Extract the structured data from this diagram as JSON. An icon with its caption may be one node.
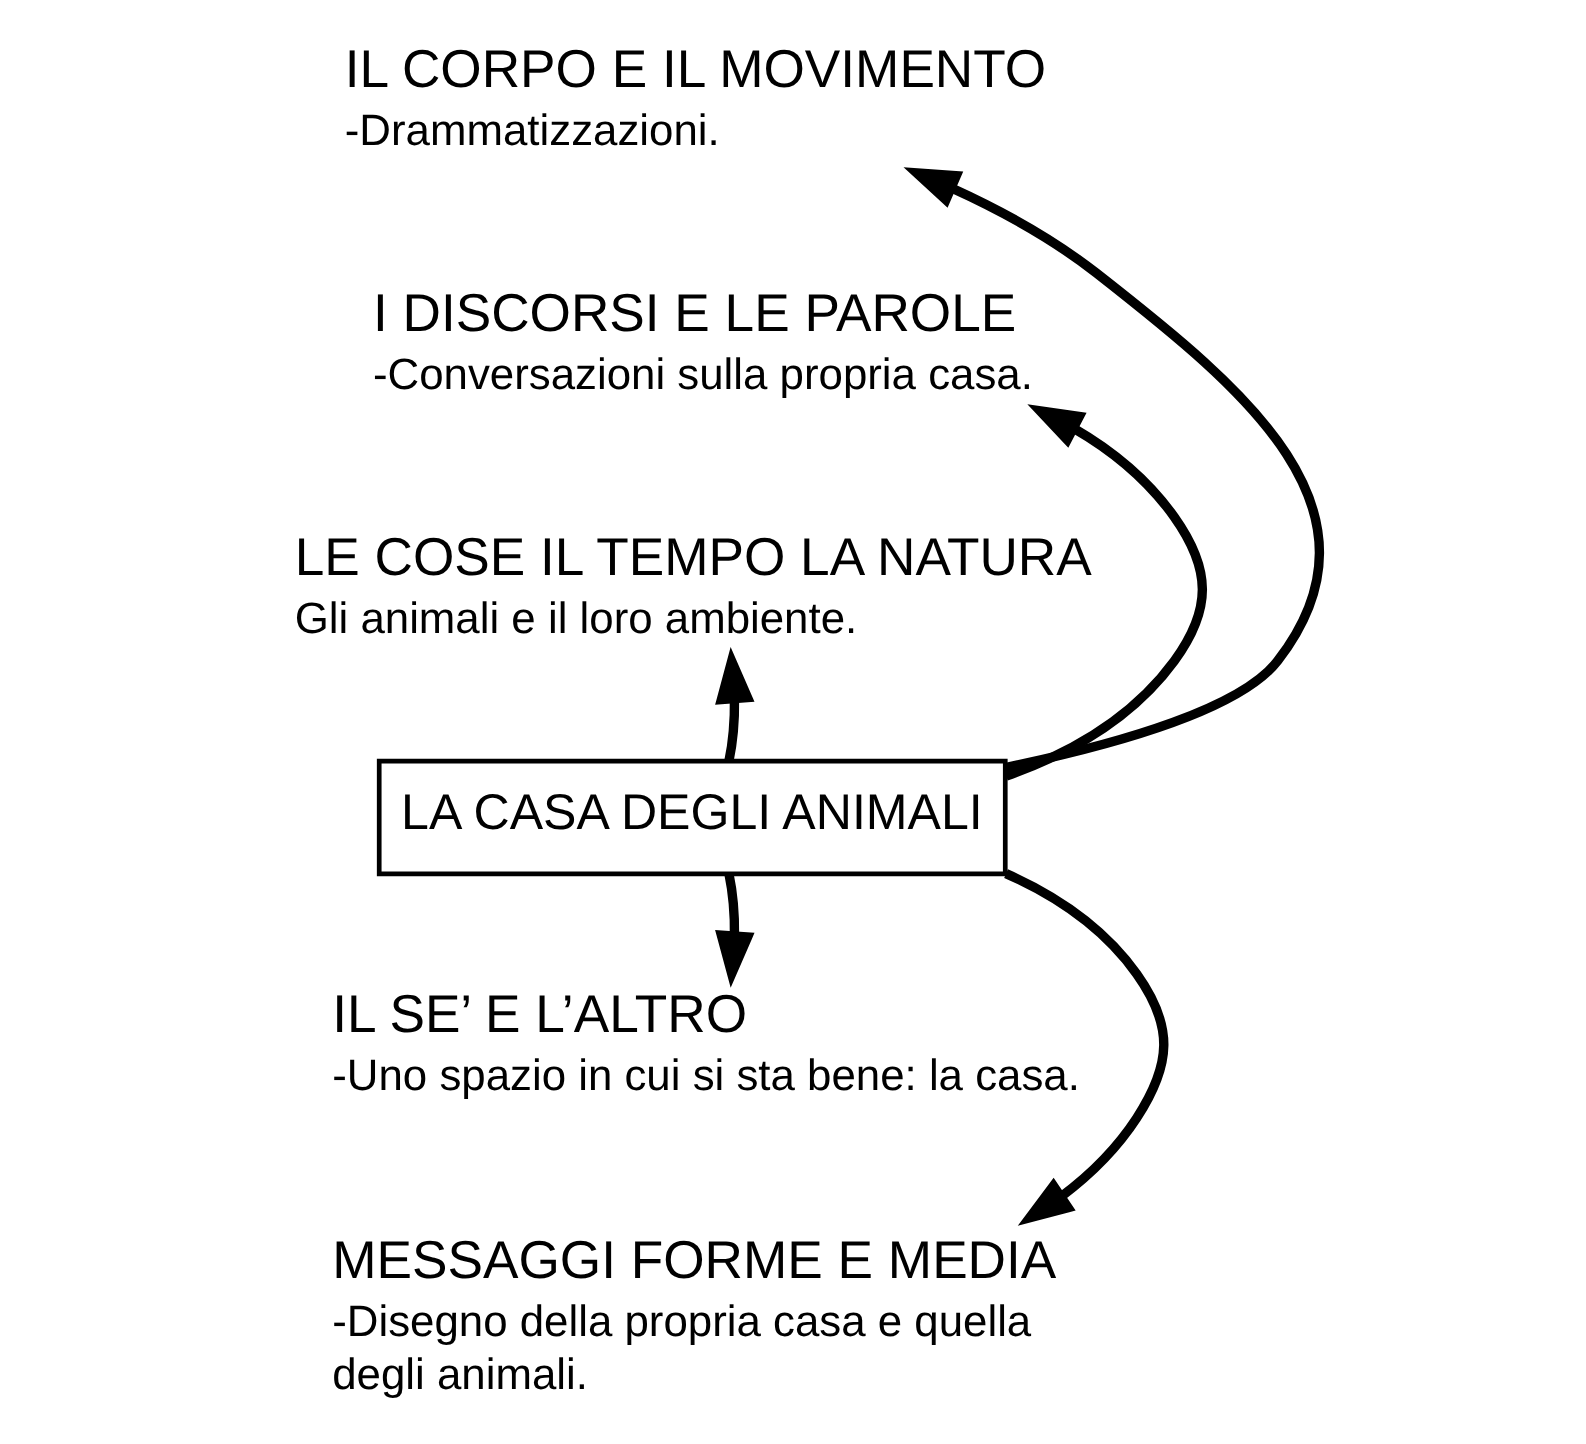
{
  "diagram": {
    "nodes": [
      {
        "text": [
          "IL CORPO E IL MOVIMENTO",
          "-Drammatizzazioni."
        ]
      },
      {
        "text": [
          "I DISCORSI E LE PAROLE",
          "-Conversazioni sulla propria casa."
        ]
      },
      {
        "text": [
          "LE COSE IL TEMPO LA NATURA",
          "Gli animali e il loro ambiente."
        ]
      },
      {
        "text": [
          "LA CASA DEGLI ANIMALI"
        ]
      },
      {
        "text": [
          "IL SE’ E L’ALTRO",
          "-Uno spazio in cui si sta bene: la casa."
        ]
      },
      {
        "text": [
          "MESSAGGI FORME E MEDIA",
          "-Disegno della propria casa e quella degli animali."
        ]
      }
    ],
    "edges": [
      {
        "from": 3,
        "to": 0,
        "arrow": "to"
      },
      {
        "from": 3,
        "to": 1,
        "arrow": "to"
      },
      {
        "from": 3,
        "to": 2,
        "arrow": "to"
      },
      {
        "from": 3,
        "to": 4,
        "arrow": "to"
      },
      {
        "from": 3,
        "to": 5,
        "arrow": "to"
      }
    ]
  }
}
